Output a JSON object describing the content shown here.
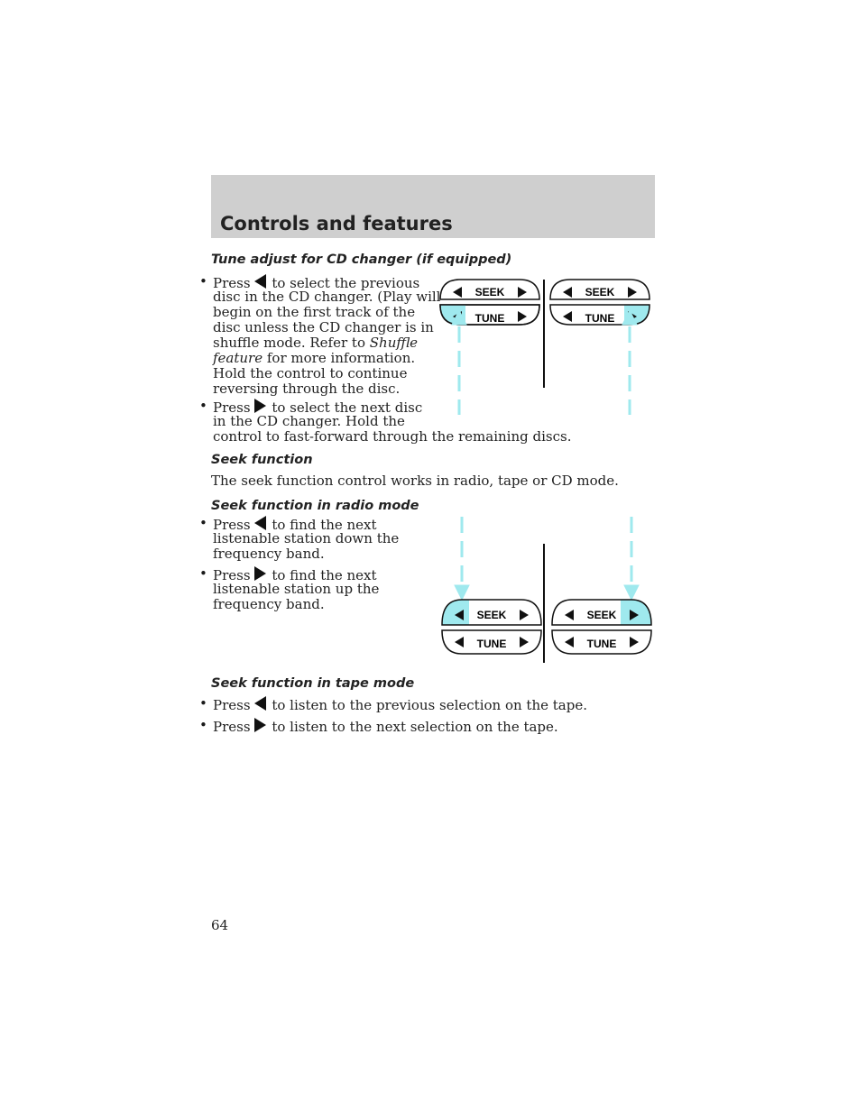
{
  "header": {
    "title": "Controls and features"
  },
  "section_cd": {
    "heading": "Tune adjust for CD changer (if equipped)",
    "bullet1_prefix": "Press",
    "bullet1_line1": "to select the previous",
    "bullet1_line2": "disc in the CD changer. (Play will",
    "bullet1_line3": "begin on the first track of the",
    "bullet1_line4": "disc unless the CD changer is in",
    "bullet1_line5_a": "shuffle mode. Refer to ",
    "bullet1_line5_italic": "Shuffle",
    "bullet1_line6_italic": "feature",
    "bullet1_line6_b": " for more information.",
    "bullet1_line7": "Hold the control to continue",
    "bullet1_line8": "reversing through the disc.",
    "bullet2_prefix": "Press",
    "bullet2_line1": "to select the next disc",
    "bullet2_line2": "in the CD changer. Hold the",
    "bullet2_line3": "control to fast-forward through the remaining discs."
  },
  "section_seek": {
    "heading": "Seek function",
    "body": "The seek function control works in radio, tape or CD mode."
  },
  "section_radio": {
    "heading": "Seek function in radio mode",
    "bullet1_prefix": "Press",
    "bullet1_line1": "to find the next",
    "bullet1_line2": "listenable station down the",
    "bullet1_line3": "frequency band.",
    "bullet2_prefix": "Press",
    "bullet2_line1": "to find the next",
    "bullet2_line2": "listenable station up the",
    "bullet2_line3": "frequency band."
  },
  "section_tape": {
    "heading": "Seek function in tape mode",
    "bullet1_prefix": "Press",
    "bullet1_text": "to listen to the previous selection on the tape.",
    "bullet2_prefix": "Press",
    "bullet2_text": "to listen to the next selection on the tape."
  },
  "figure": {
    "seek_label": "SEEK",
    "tune_label": "TUNE",
    "highlight_color": "#9fe9ee"
  },
  "bullet_char": "•",
  "page_number": "64"
}
